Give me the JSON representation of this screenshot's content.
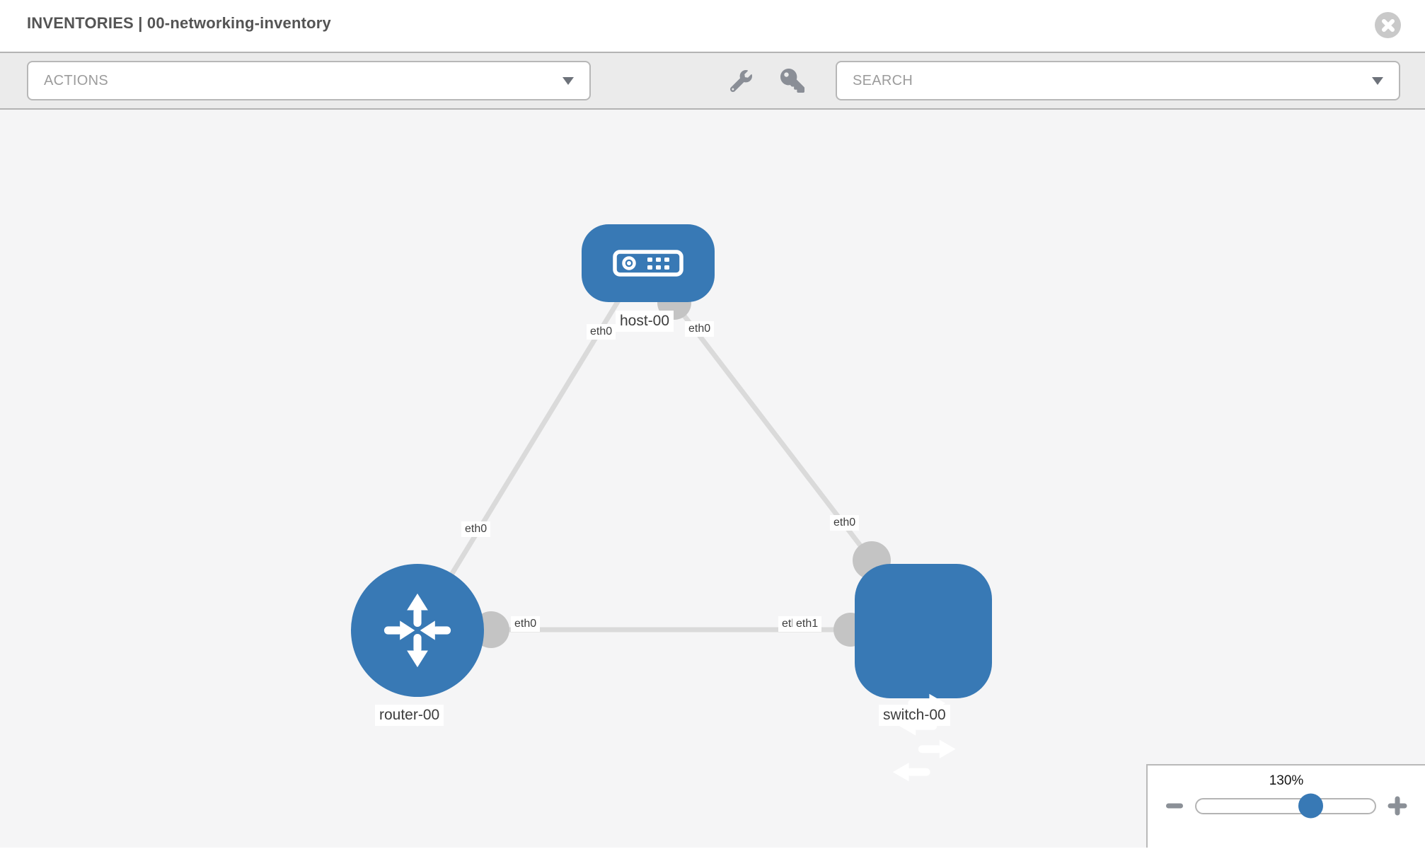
{
  "header": {
    "title": "INVENTORIES | 00-networking-inventory"
  },
  "toolbar": {
    "actions_label": "ACTIONS",
    "search_placeholder": "SEARCH"
  },
  "canvas": {
    "nodes": {
      "host": {
        "label": "host-00",
        "type": "host"
      },
      "router": {
        "label": "router-00",
        "type": "router"
      },
      "switch": {
        "label": "switch-00",
        "type": "switch"
      }
    },
    "interfaces": {
      "host_left": "eth0",
      "host_right": "eth0",
      "router_diagonal": "eth0",
      "router_horizontal": "eth0",
      "switch_diagonal": "eth0",
      "switch_horizontal_back": "eth0",
      "switch_horizontal_front": "eth1"
    },
    "links": [
      {
        "from": "router-00",
        "to": "host-00"
      },
      {
        "from": "switch-00",
        "to": "host-00"
      },
      {
        "from": "router-00",
        "to": "switch-00"
      }
    ]
  },
  "zoom_control": {
    "level": "130%"
  },
  "colors": {
    "node_blue": "#3879b5",
    "connector_gray": "#c4c4c4",
    "link_gray": "#dadada",
    "toolbar_bg": "#ebebeb",
    "canvas_bg": "#f5f5f6"
  }
}
